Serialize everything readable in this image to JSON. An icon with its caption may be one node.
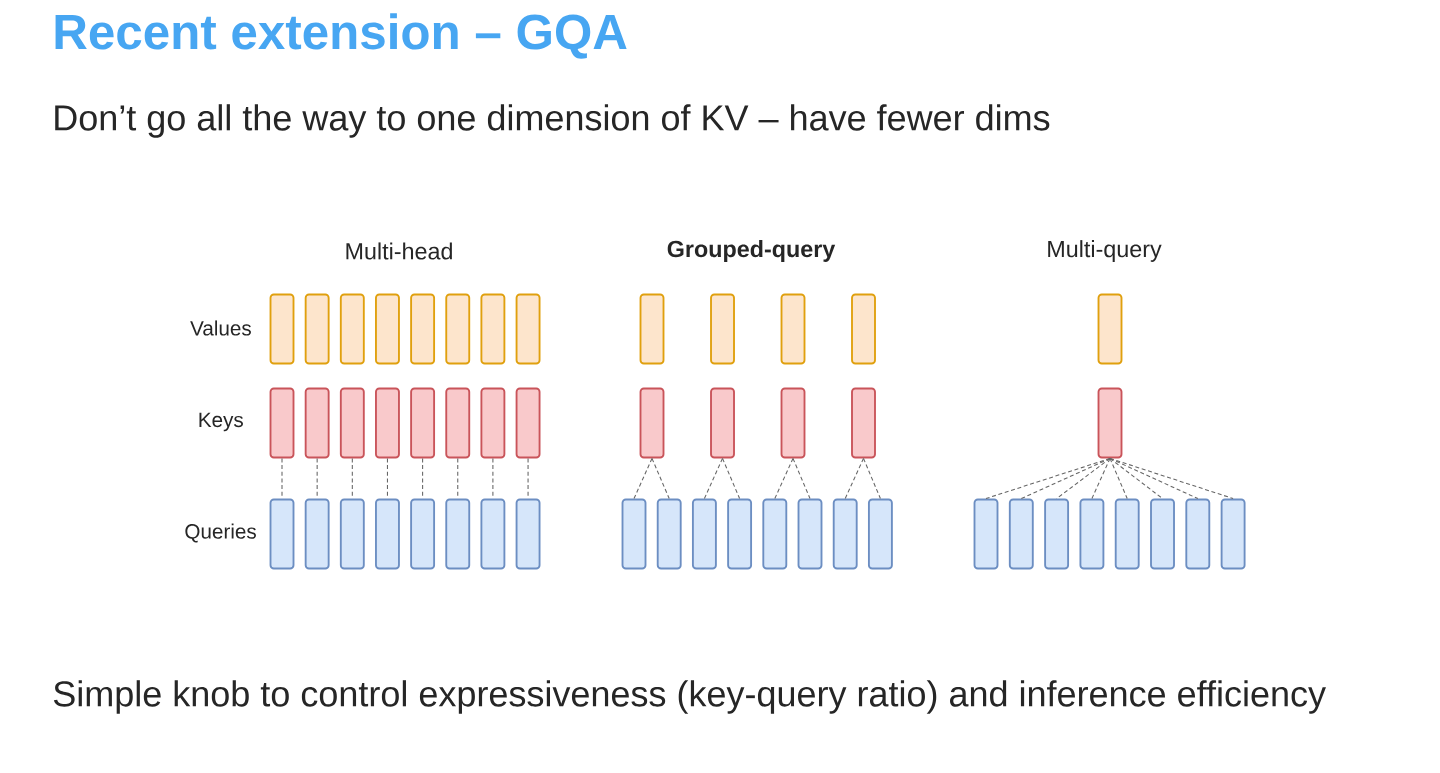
{
  "diagram": {
    "title": "Recent extension – GQA",
    "nodes": [
      {
        "text": [],
        "shape": "box"
      },
      {
        "text": [],
        "shape": "box"
      },
      {
        "text": [],
        "shape": "box"
      },
      {
        "text": [],
        "shape": "box"
      },
      {
        "text": [],
        "shape": "box"
      },
      {
        "text": [],
        "shape": "box"
      },
      {
        "text": [],
        "shape": "box"
      },
      {
        "text": [],
        "shape": "box"
      },
      {
        "text": [],
        "shape": "box"
      },
      {
        "text": [],
        "shape": "box"
      },
      {
        "text": [],
        "shape": "box"
      },
      {
        "text": [],
        "shape": "box"
      },
      {
        "text": [],
        "shape": "box"
      },
      {
        "text": [],
        "shape": "box"
      },
      {
        "text": [],
        "shape": "box"
      },
      {
        "text": [],
        "shape": "box"
      },
      {
        "text": [],
        "shape": "box"
      },
      {
        "text": [],
        "shape": "box"
      },
      {
        "text": [],
        "shape": "box"
      },
      {
        "text": [],
        "shape": "box"
      },
      {
        "text": [],
        "shape": "box"
      },
      {
        "text": [],
        "shape": "box"
      },
      {
        "text": [],
        "shape": "box"
      },
      {
        "text": [],
        "shape": "box"
      },
      {
        "text": [],
        "shape": "box"
      },
      {
        "text": [],
        "shape": "box"
      },
      {
        "text": [],
        "shape": "box"
      },
      {
        "text": [],
        "shape": "box"
      },
      {
        "text": [],
        "shape": "box"
      },
      {
        "text": [],
        "shape": "box"
      },
      {
        "text": [],
        "shape": "box"
      },
      {
        "text": [],
        "shape": "box"
      },
      {
        "text": [],
        "shape": "box"
      },
      {
        "text": [],
        "shape": "box"
      },
      {
        "text": [],
        "shape": "box"
      },
      {
        "text": [],
        "shape": "box"
      },
      {
        "text": [],
        "shape": "box"
      },
      {
        "text": [],
        "shape": "box"
      },
      {
        "text": [],
        "shape": "box"
      },
      {
        "text": [],
        "shape": "box"
      },
      {
        "text": [],
        "shape": "box"
      },
      {
        "text": [],
        "shape": "box"
      },
      {
        "text": [],
        "shape": "box"
      },
      {
        "text": [],
        "shape": "box"
      },
      {
        "text": [],
        "shape": "box"
      },
      {
        "text": [],
        "shape": "box"
      },
      {
        "text": [],
        "shape": "box"
      },
      {
        "text": [],
        "shape": "box"
      },
      {
        "text": [],
        "shape": "box"
      },
      {
        "text": [],
        "shape": "box"
      }
    ],
    "edges": [
      {
        "from": 8,
        "to": 16,
        "arrow": "none",
        "style": "dashed"
      },
      {
        "from": 9,
        "to": 17,
        "arrow": "none",
        "style": "dashed"
      },
      {
        "from": 10,
        "to": 18,
        "arrow": "none",
        "style": "dashed"
      },
      {
        "from": 11,
        "to": 19,
        "arrow": "none",
        "style": "dashed"
      },
      {
        "from": 12,
        "to": 20,
        "arrow": "none",
        "style": "dashed"
      },
      {
        "from": 13,
        "to": 21,
        "arrow": "none",
        "style": "dashed"
      },
      {
        "from": 14,
        "to": 22,
        "arrow": "none",
        "style": "dashed"
      },
      {
        "from": 15,
        "to": 23,
        "arrow": "none",
        "style": "dashed"
      },
      {
        "from": 28,
        "to": 32,
        "arrow": "none",
        "style": "dashed"
      },
      {
        "from": 28,
        "to": 33,
        "arrow": "none",
        "style": "dashed"
      },
      {
        "from": 29,
        "to": 34,
        "arrow": "none",
        "style": "dashed"
      },
      {
        "from": 29,
        "to": 35,
        "arrow": "none",
        "style": "dashed"
      },
      {
        "from": 30,
        "to": 36,
        "arrow": "none",
        "style": "dashed"
      },
      {
        "from": 30,
        "to": 37,
        "arrow": "none",
        "style": "dashed"
      },
      {
        "from": 31,
        "to": 38,
        "arrow": "none",
        "style": "dashed"
      },
      {
        "from": 31,
        "to": 39,
        "arrow": "none",
        "style": "dashed"
      },
      {
        "from": 41,
        "to": 42,
        "arrow": "none",
        "style": "dashed"
      },
      {
        "from": 41,
        "to": 43,
        "arrow": "none",
        "style": "dashed"
      },
      {
        "from": 41,
        "to": 44,
        "arrow": "none",
        "style": "dashed"
      },
      {
        "from": 41,
        "to": 45,
        "arrow": "none",
        "style": "dashed"
      },
      {
        "from": 41,
        "to": 46,
        "arrow": "none",
        "style": "dashed"
      },
      {
        "from": 41,
        "to": 47,
        "arrow": "none",
        "style": "dashed"
      },
      {
        "from": 41,
        "to": 48,
        "arrow": "none",
        "style": "dashed"
      },
      {
        "from": 41,
        "to": 49,
        "arrow": "none",
        "style": "dashed"
      }
    ],
    "labels": [
      "Don’t go all the way to one dimension of KV – have fewer dims",
      "Multi-head",
      "Grouped-query",
      "Multi-query",
      "Values",
      "Keys",
      "Queries",
      "Simple knob to control expressiveness (key-query ratio) and inference efficiency"
    ]
  }
}
